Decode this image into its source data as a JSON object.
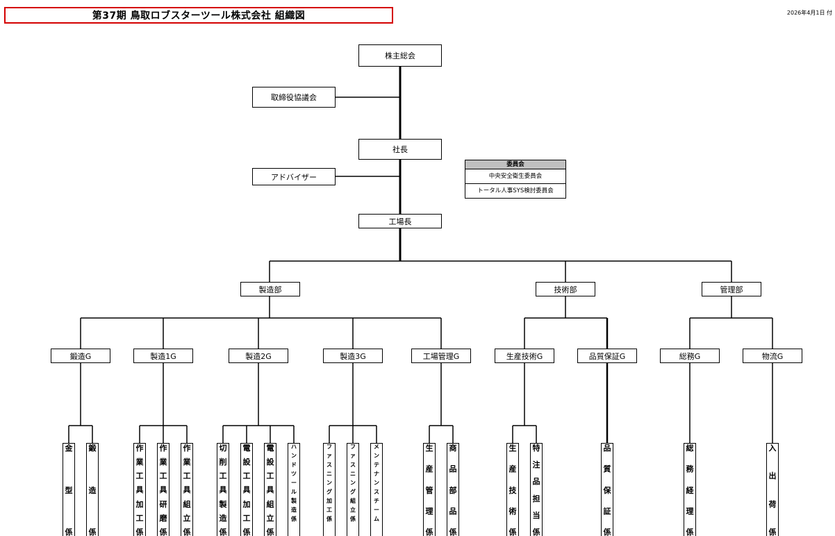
{
  "header": {
    "title": "第37期  鳥取ロブスターツール株式会社  組織図",
    "date": "2026年4月1日 付"
  },
  "top": {
    "shareholders": "株主総会",
    "board": "取締役協議会",
    "president": "社長",
    "advisor": "アドバイザー",
    "plant_manager": "工場長"
  },
  "committee": {
    "heading": "委員会",
    "items": [
      "中央安全衛生委員会",
      "トータル人事SYS検討委員会"
    ]
  },
  "departments": [
    {
      "name": "製造部",
      "groups": [
        {
          "name": "鍛造G",
          "sections": [
            "金型係",
            "鍛造係"
          ]
        },
        {
          "name": "製造1G",
          "sections": [
            "作業工具加工係",
            "作業工具研磨係",
            "作業工具組立係"
          ]
        },
        {
          "name": "製造2G",
          "sections": [
            "切削工具製造係",
            "電設工具加工係",
            "電設工具組立係",
            "ハンドツール製造係"
          ]
        },
        {
          "name": "製造3G",
          "sections": [
            "ファスニング加工係",
            "ファスニング組立係",
            "メンテナンスチーム"
          ]
        },
        {
          "name": "工場管理G",
          "sections": [
            "生産管理係",
            "商品部品係"
          ]
        }
      ]
    },
    {
      "name": "技術部",
      "groups": [
        {
          "name": "生産技術G",
          "sections": [
            "生産技術係",
            "特注品担当係"
          ]
        },
        {
          "name": "品質保証G",
          "sections": [
            "品質保証係"
          ]
        }
      ]
    },
    {
      "name": "管理部",
      "groups": [
        {
          "name": "総務G",
          "sections": [
            "総務経理係"
          ]
        },
        {
          "name": "物流G",
          "sections": [
            "入出荷係"
          ]
        }
      ]
    }
  ]
}
